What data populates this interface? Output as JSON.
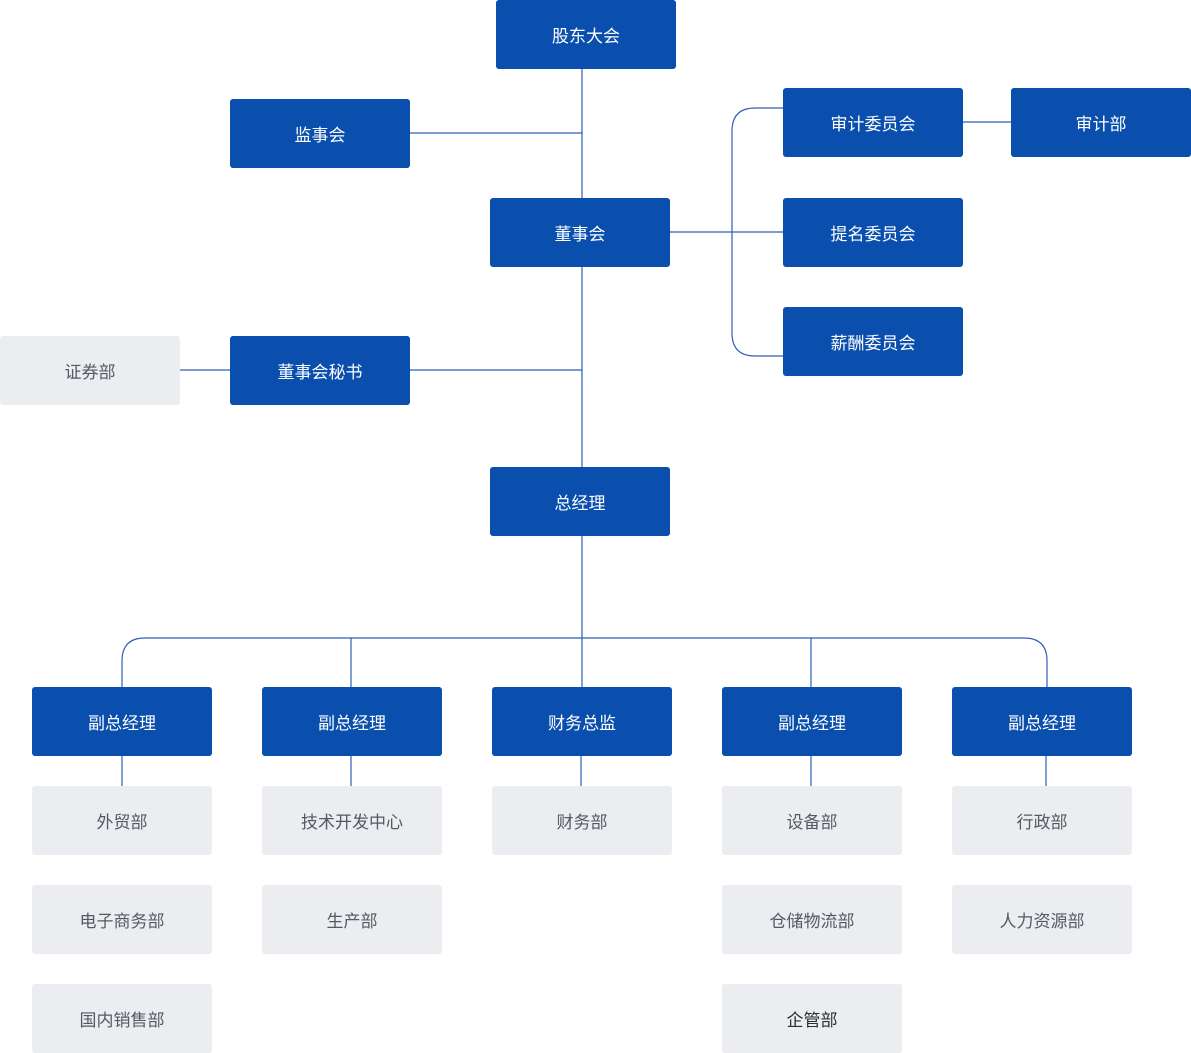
{
  "org": {
    "shareholders": "股东大会",
    "supervisory": "监事会",
    "board": "董事会",
    "audit_committee": "审计委员会",
    "audit_dept": "审计部",
    "nomination_committee": "提名委员会",
    "compensation_committee": "薪酬委员会",
    "board_secretary": "董事会秘书",
    "securities_dept": "证券部",
    "general_manager": "总经理",
    "managers": [
      {
        "title": "副总经理",
        "depts": [
          "外贸部",
          "电子商务部",
          "国内销售部"
        ]
      },
      {
        "title": "副总经理",
        "depts": [
          "技术开发中心",
          "生产部"
        ]
      },
      {
        "title": "财务总监",
        "depts": [
          "财务部"
        ]
      },
      {
        "title": "副总经理",
        "depts": [
          "设备部",
          "仓储物流部",
          "企管部"
        ]
      },
      {
        "title": "副总经理",
        "depts": [
          "行政部",
          "人力资源部"
        ]
      }
    ]
  },
  "colors": {
    "primary_box": "#0a4fad",
    "secondary_box": "#ebedf0",
    "connector": "#2f5fb8"
  }
}
